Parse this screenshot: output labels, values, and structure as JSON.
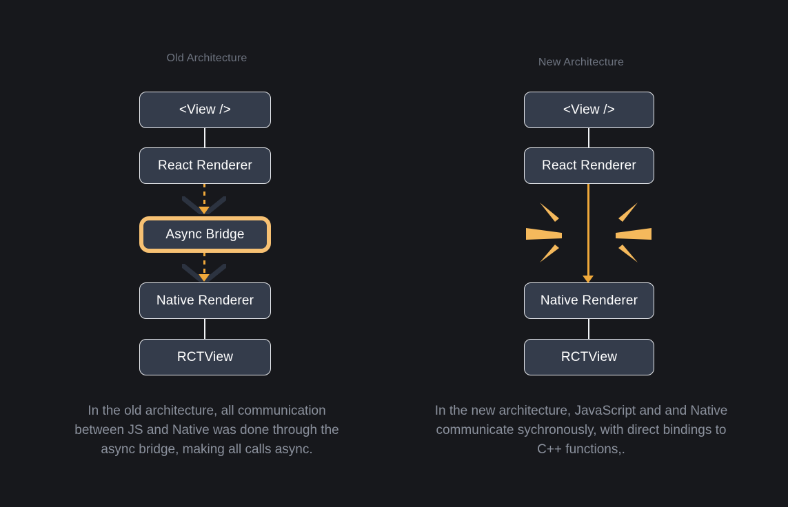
{
  "theme": {
    "background": "#17181C",
    "node_fill": "#343C4B",
    "node_border": "#E8EAEE",
    "node_text": "#FFFFFF",
    "accent_orange": "#F0A93B",
    "highlight_ring": "#F7C173",
    "heading_color": "#6E7480",
    "caption_color": "#8B919D",
    "connector_color": "#F2F4F7",
    "pulse_chevron_color": "#2C3340"
  },
  "columns": {
    "left": {
      "heading": "Old Architecture",
      "nodes": [
        {
          "label": "<View />",
          "highlighted": false
        },
        {
          "label": "React Renderer",
          "highlighted": false
        },
        {
          "label": "Async Bridge",
          "highlighted": true
        },
        {
          "label": "Native Renderer",
          "highlighted": false
        },
        {
          "label": "RCTView",
          "highlighted": false
        }
      ],
      "connection_style": "dashed-async-arrows",
      "caption": "In the old architecture, all communication between JS and Native was done through the async bridge, making all calls async."
    },
    "right": {
      "heading": "New Architecture",
      "nodes": [
        {
          "label": "<View />",
          "highlighted": false
        },
        {
          "label": "React Renderer",
          "highlighted": false
        },
        {
          "label": "Native Renderer",
          "highlighted": false
        },
        {
          "label": "RCTView",
          "highlighted": false
        }
      ],
      "connection_style": "solid-sync-arrow-with-burst",
      "burst_wedge_count": 6,
      "caption": "In the new architecture, JavaScript and and Native communicate sychronously, with direct bindings to C++ functions,."
    }
  }
}
